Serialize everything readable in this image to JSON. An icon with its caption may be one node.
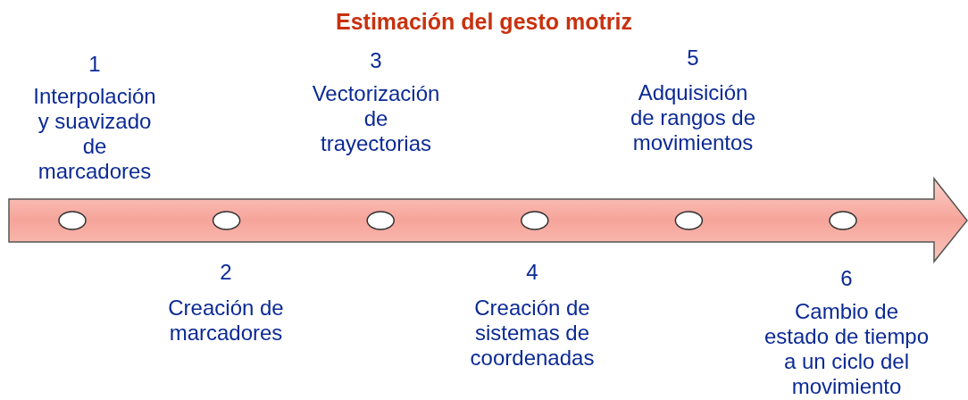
{
  "diagram": {
    "title": "Estimación del gesto motriz",
    "nodes": [
      {
        "text": [],
        "shape": "arrow"
      },
      {
        "text": [],
        "shape": "circle",
        "in": 0
      },
      {
        "text": [],
        "shape": "circle",
        "in": 0
      },
      {
        "text": [],
        "shape": "circle",
        "in": 0
      },
      {
        "text": [],
        "shape": "circle",
        "in": 0
      },
      {
        "text": [],
        "shape": "circle",
        "in": 0
      },
      {
        "text": [],
        "shape": "circle",
        "in": 0
      }
    ],
    "edges": [],
    "labels": [
      "1",
      "Interpolación y suavizado de marcadores",
      "2",
      "Creación de marcadores",
      "3",
      "Vectorización de trayectorias",
      "4",
      "Creación de sistemas de coordenadas",
      "5",
      "Adquisición de rangos de movimientos",
      "6",
      "Cambio de estado de tiempo a un ciclo del movimiento"
    ]
  }
}
